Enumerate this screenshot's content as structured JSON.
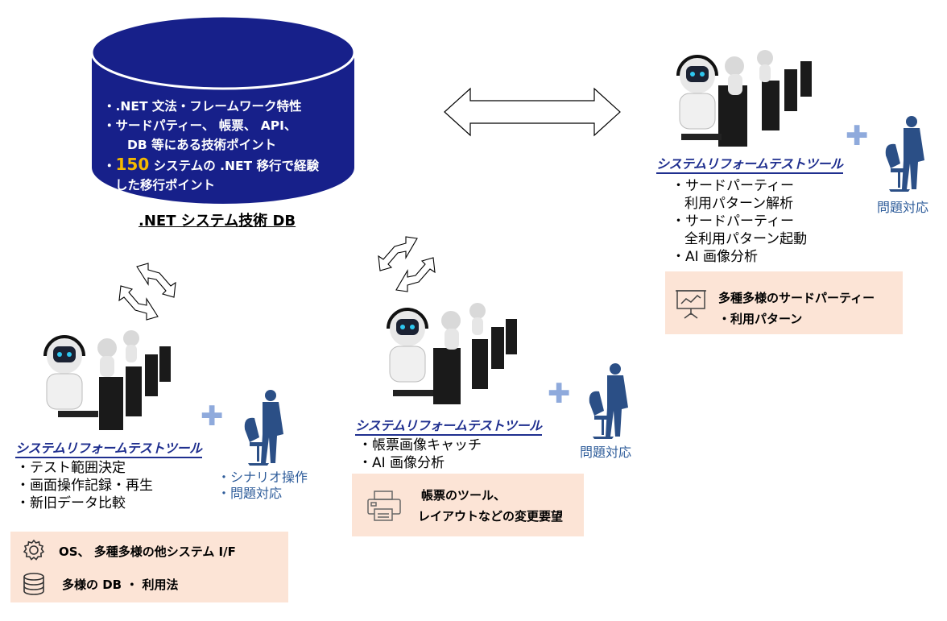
{
  "db": {
    "lines": [
      "・.NET 文法・フレームワーク特性",
      "・サードパティー、 帳票、 API、",
      "DB 等にある技術ポイント"
    ],
    "line4_prefix": "・",
    "line4_highlight": "150",
    "line4_rest": " システムの .NET 移行で経験",
    "line5": "した移行ポイント",
    "title": ".NET システム技術 DB",
    "color": "#17208a"
  },
  "groups": {
    "left": {
      "tool_title": "システムリフォームテストツール",
      "features": [
        "・テスト範囲決定",
        "・画面操作記録・再生",
        "・新旧データ比較"
      ],
      "human_notes": [
        "・シナリオ操作",
        "・問題対応"
      ],
      "box_items": [
        {
          "icon": "gear-icon",
          "text": "OS、 多種多様の他システム I/F"
        },
        {
          "icon": "database-icon",
          "text": "多様の DB ・ 利用法"
        }
      ]
    },
    "middle": {
      "tool_title": "システムリフォームテストツール",
      "features": [
        "・帳票画像キャッチ",
        "・AI 画像分析"
      ],
      "human_note": "問題対応",
      "box_lines": [
        "帳票のツール、",
        "レイアウトなどの変更要望"
      ],
      "box_icon": "printer-icon"
    },
    "right": {
      "tool_title": "システムリフォームテストツール",
      "features": [
        "・サードパーティー",
        "利用パターン解析",
        "・サードパーティー",
        "全利用パターン起動",
        "・AI 画像分析"
      ],
      "human_note": "問題対応",
      "box_lines": [
        "多種多様のサードパーティー",
        "・利用パターン"
      ],
      "box_icon": "presentation-icon"
    }
  },
  "colors": {
    "tool_title": "#1f2f8f",
    "human": "#2b4f86",
    "box_bg": "#fce4d6",
    "plus": "#8faadc",
    "highlight": "#f5b800"
  }
}
